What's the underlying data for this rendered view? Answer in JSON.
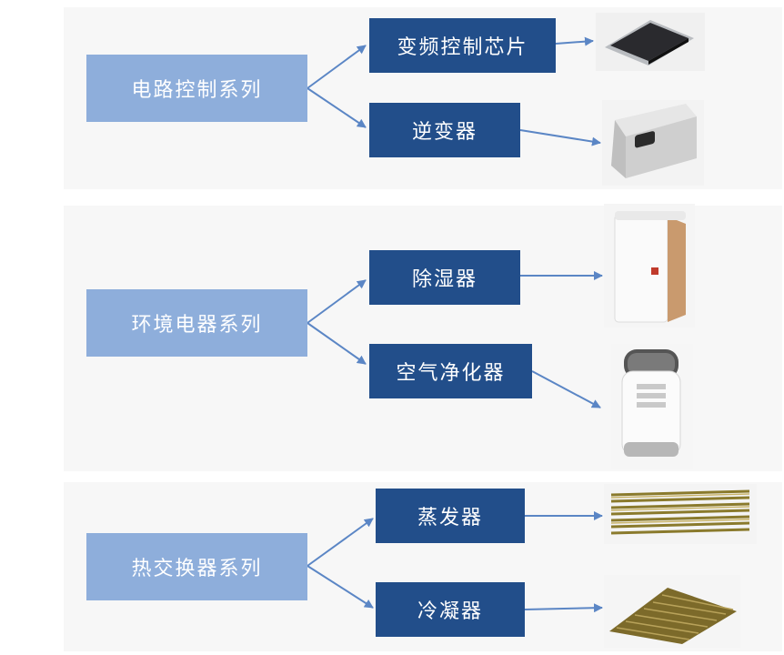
{
  "colors": {
    "category_box": "#8eaedb",
    "product_box": "#224e8a",
    "connector": "#5b86c5",
    "panel": "#f7f7f7"
  },
  "groups": [
    {
      "category": "电路控制系列",
      "products": [
        {
          "label": "变频控制芯片",
          "image": "chip-icon"
        },
        {
          "label": "逆变器",
          "image": "inverter-icon"
        }
      ]
    },
    {
      "category": "环境电器系列",
      "products": [
        {
          "label": "除湿器",
          "image": "dehumidifier-icon"
        },
        {
          "label": "空气净化器",
          "image": "air-purifier-icon"
        }
      ]
    },
    {
      "category": "热交换器系列",
      "products": [
        {
          "label": "蒸发器",
          "image": "evaporator-icon"
        },
        {
          "label": "冷凝器",
          "image": "condenser-icon"
        }
      ]
    }
  ]
}
